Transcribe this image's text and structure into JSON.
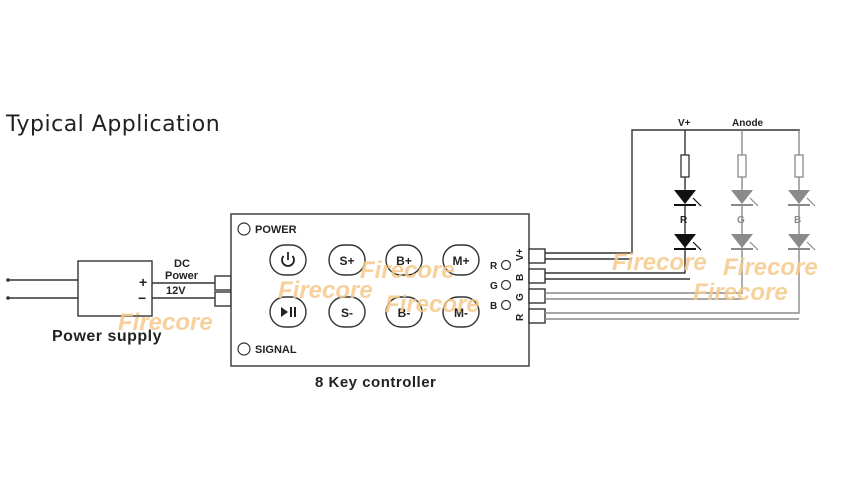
{
  "heading": "Typical Application",
  "power_supply": {
    "label": "Power supply",
    "plus": "+",
    "minus": "−",
    "dc_line1": "DC",
    "dc_line2": "Power",
    "voltage": "12V"
  },
  "controller": {
    "caption": "8 Key controller",
    "power_indicator": "POWER",
    "signal_indicator": "SIGNAL",
    "buttons_top": [
      "S+",
      "B+",
      "M+"
    ],
    "buttons_bottom": [
      "S-",
      "B-",
      "M-"
    ],
    "led_labels": [
      "R",
      "G",
      "B"
    ],
    "output_terminals": [
      "V+",
      "B",
      "G",
      "R"
    ]
  },
  "led_strip": {
    "vplus": "V+",
    "anode": "Anode",
    "channel_labels": [
      "R",
      "G",
      "B"
    ]
  },
  "watermark": "Firecore",
  "colors": {
    "line": "#333333",
    "grey_led": "#8a8a8a",
    "watermark": "#f5c98a"
  }
}
